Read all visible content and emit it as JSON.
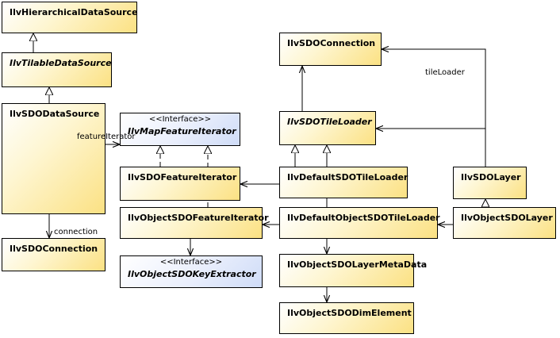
{
  "stereotype": "<<Interface>>",
  "classes": {
    "hierarchical_ds": "IlvHierarchicalDataSource",
    "tilable_ds": "IlvTilableDataSource",
    "sdo_ds": "IlvSDODataSource",
    "sdo_conn_left": "IlvSDOConnection",
    "sdo_conn_top": "IlvSDOConnection",
    "map_feature_iter": "IlvMapFeatureIterator",
    "sdo_feature_iter": "IlvSDOFeatureIterator",
    "obj_sdo_feature_iter": "IlvObjectSDOFeatureIterator",
    "obj_sdo_key_extractor": "IlvObjectSDOKeyExtractor",
    "sdo_tile_loader": "IlvSDOTileLoader",
    "default_sdo_tile_loader": "IlvDefaultSDOTileLoader",
    "default_obj_sdo_tile_loader": "IlvDefaultObjectSDOTileLoader",
    "obj_sdo_layer_meta": "IlvObjectSDOLayerMetaData",
    "obj_sdo_dim_element": "IlvObjectSDODimElement",
    "sdo_layer": "IlvSDOLayer",
    "obj_sdo_layer": "IlvObjectSDOLayer"
  },
  "labels": {
    "feature_iterator": "featureIterator",
    "connection": "connection",
    "tile_loader": "tileLoader"
  }
}
